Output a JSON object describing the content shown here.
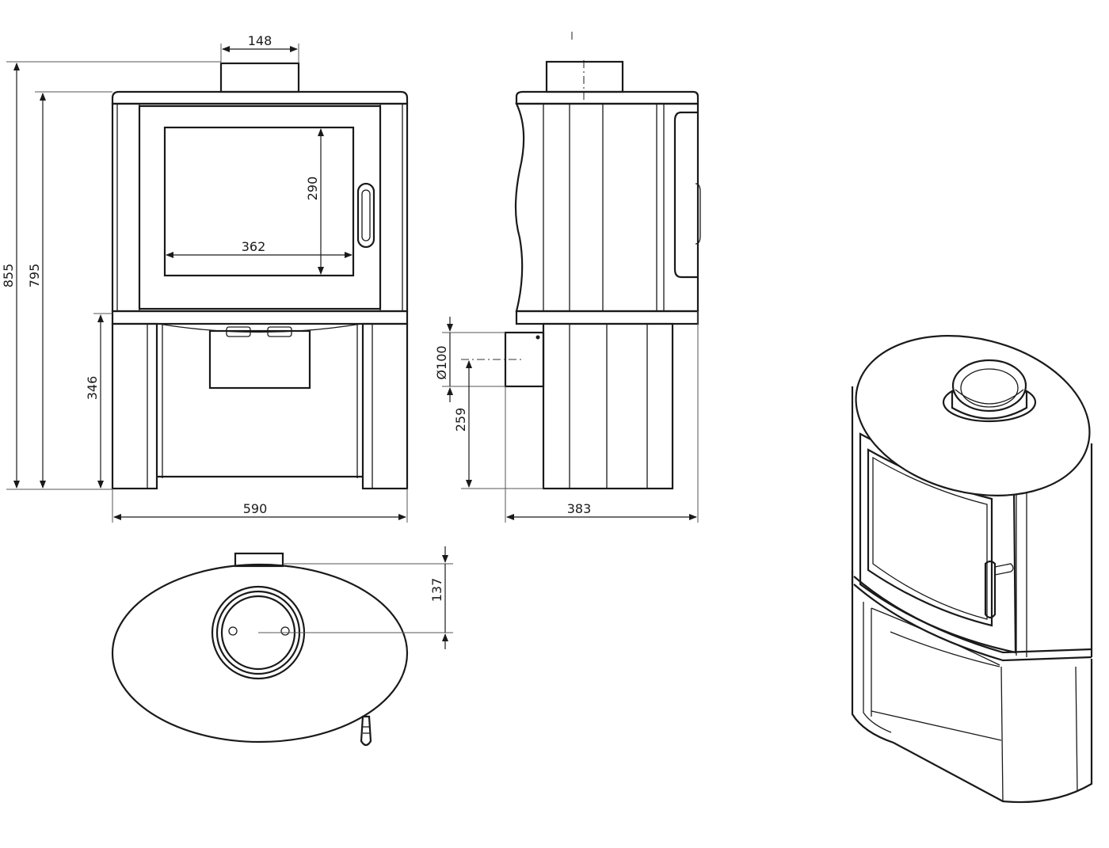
{
  "dimensions": {
    "flue_width": "148",
    "total_height": "855",
    "body_height": "795",
    "glass_height": "290",
    "glass_width": "362",
    "base_height": "346",
    "front_width": "590",
    "pipe_diameter": "Ø100",
    "pipe_height": "259",
    "side_depth": "383",
    "flue_offset": "137"
  },
  "colors": {
    "line": "#1a1a1a",
    "background": "#ffffff"
  }
}
